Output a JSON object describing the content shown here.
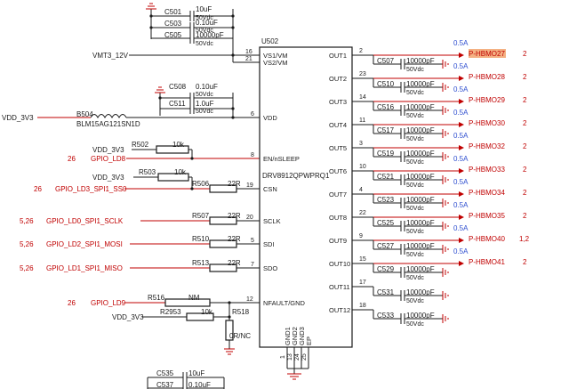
{
  "chip": {
    "refdes": "U502",
    "part": "DRV8912QPWPRQ1",
    "left_pins": [
      {
        "num": "16",
        "name": "VS1/VM"
      },
      {
        "num": "21",
        "name": "VS2/VM"
      },
      {
        "num": "6",
        "name": "VDD"
      },
      {
        "num": "8",
        "name": "EN/nSLEEP"
      },
      {
        "num": "19",
        "name": "CSN"
      },
      {
        "num": "20",
        "name": "SCLK"
      },
      {
        "num": "5",
        "name": "SDI"
      },
      {
        "num": "7",
        "name": "SDO"
      },
      {
        "num": "12",
        "name": "NFAULT/GND"
      }
    ],
    "out_pins": [
      {
        "num": "2",
        "name": "OUT1"
      },
      {
        "num": "23",
        "name": "OUT2"
      },
      {
        "num": "14",
        "name": "OUT3"
      },
      {
        "num": "11",
        "name": "OUT4"
      },
      {
        "num": "3",
        "name": "OUT5"
      },
      {
        "num": "10",
        "name": "OUT6"
      },
      {
        "num": "4",
        "name": "OUT7"
      },
      {
        "num": "22",
        "name": "OUT8"
      },
      {
        "num": "9",
        "name": "OUT9"
      },
      {
        "num": "15",
        "name": "OUT10"
      },
      {
        "num": "17",
        "name": "OUT11"
      },
      {
        "num": "18",
        "name": "OUT12"
      }
    ],
    "bottom_pins": [
      {
        "num": "1",
        "name": "GND1"
      },
      {
        "num": "13",
        "name": "GND2"
      },
      {
        "num": "24",
        "name": "GND3"
      },
      {
        "num": "25",
        "name": "EP"
      }
    ]
  },
  "out_caps": [
    {
      "ref": "C507",
      "val": "10000pF",
      "volt": "50Vdc",
      "current": "0.5A",
      "net": "P-HBMO27",
      "sheet": "2",
      "highlight": true
    },
    {
      "ref": "C510",
      "val": "10000pF",
      "volt": "50Vdc",
      "current": "0.5A",
      "net": "P-HBMO28",
      "sheet": "2"
    },
    {
      "ref": "C516",
      "val": "10000pF",
      "volt": "50Vdc",
      "current": "0.5A",
      "net": "P-HBMO29",
      "sheet": "2"
    },
    {
      "ref": "C517",
      "val": "10000pF",
      "volt": "50Vdc",
      "current": "0.5A",
      "net": "P-HBMO30",
      "sheet": "2"
    },
    {
      "ref": "C519",
      "val": "10000pF",
      "volt": "50Vdc",
      "current": "0.5A",
      "net": "P-HBMO32",
      "sheet": "2"
    },
    {
      "ref": "C521",
      "val": "10000pF",
      "volt": "50Vdc",
      "current": "0.5A",
      "net": "P-HBMO33",
      "sheet": "2"
    },
    {
      "ref": "C523",
      "val": "10000pF",
      "volt": "50Vdc",
      "current": "0.5A",
      "net": "P-HBMO34",
      "sheet": "2"
    },
    {
      "ref": "C525",
      "val": "10000pF",
      "volt": "50Vdc",
      "current": "0.5A",
      "net": "P-HBMO35",
      "sheet": "2"
    },
    {
      "ref": "C527",
      "val": "10000pF",
      "volt": "50Vdc",
      "current": "0.5A",
      "net": "P-HBMO40",
      "sheet": "1,2"
    },
    {
      "ref": "C529",
      "val": "10000pF",
      "volt": "50Vdc",
      "current": "0.5A",
      "net": "P-HBMO41",
      "sheet": "2"
    },
    {
      "ref": "C531",
      "val": "10000pF",
      "volt": "50Vdc",
      "current": "",
      "net": "",
      "sheet": ""
    },
    {
      "ref": "C533",
      "val": "10000pF",
      "volt": "50Vdc",
      "current": "",
      "net": "",
      "sheet": ""
    }
  ],
  "top_caps": [
    {
      "ref": "C501",
      "val": "10uF",
      "volt": "50Vdc"
    },
    {
      "ref": "C503",
      "val": "0.10uF",
      "volt": "50Vdc"
    },
    {
      "ref": "C505",
      "val": "10000pF",
      "volt": "50Vdc"
    }
  ],
  "vdd_caps": [
    {
      "ref": "C508",
      "val": "0.10uF",
      "volt": "50Vdc"
    },
    {
      "ref": "C511",
      "val": "1.0uF",
      "volt": "50Vdc"
    }
  ],
  "bottom_caps": [
    {
      "ref": "C535",
      "val": "10uF"
    },
    {
      "ref": "C537",
      "val": "0.10uF"
    }
  ],
  "nets": {
    "vmt": "VMT3_12V",
    "vdd_in": "VDD_3V3",
    "vdd_r502": "VDD_3V3",
    "vdd_r503": "VDD_3V3",
    "vdd_r2953": "VDD_3V3"
  },
  "ferrite": {
    "ref": "B504",
    "part": "BLM15AG121SN1D"
  },
  "resistors": [
    {
      "ref": "R502",
      "val": "10k"
    },
    {
      "ref": "R503",
      "val": "10k"
    },
    {
      "ref": "R506",
      "val": "22R"
    },
    {
      "ref": "R507",
      "val": "22R"
    },
    {
      "ref": "R510",
      "val": "22R"
    },
    {
      "ref": "R513",
      "val": "22R"
    },
    {
      "ref": "R516",
      "val": "NM"
    },
    {
      "ref": "R2953",
      "val": "10k"
    },
    {
      "ref": "R518",
      "val": "0R/NC"
    }
  ],
  "signals": [
    {
      "sheet": "26",
      "net": "GPIO_LD8"
    },
    {
      "sheet": "26",
      "net": "GPIO_LD3_SPI1_SS0"
    },
    {
      "sheet": "5,26",
      "net": "GPIO_LD0_SPI1_SCLK"
    },
    {
      "sheet": "5,26",
      "net": "GPIO_LD2_SPI1_MOSI"
    },
    {
      "sheet": "5,26",
      "net": "GPIO_LD1_SPI1_MISO"
    },
    {
      "sheet": "26",
      "net": "GPIO_LD9"
    }
  ]
}
